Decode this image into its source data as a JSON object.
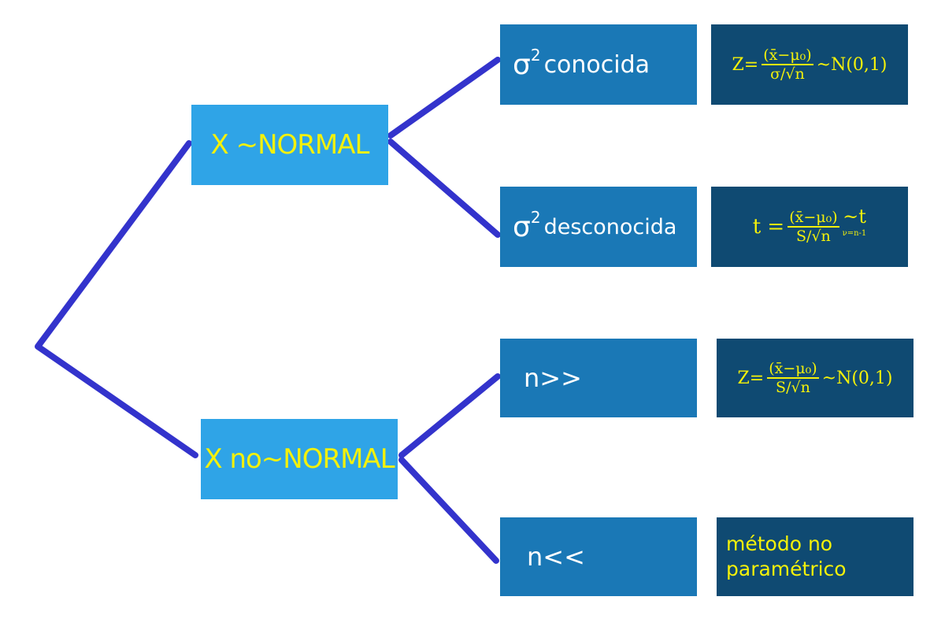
{
  "colors": {
    "line": "#3333cc",
    "node_light": "#2fa4e7",
    "node_mid": "#1a78b6",
    "node_dark": "#0f4a72",
    "highlight_text": "#f4f10a",
    "white_text": "#ffffff"
  },
  "normal_branch": {
    "label": "X ~NORMAL",
    "known": {
      "symbol": "σ",
      "exp": "2",
      "text": "conocida",
      "formula": {
        "lhs": "Z=",
        "num": "(x̄−μ₀)",
        "den": "σ/√n",
        "dist": "~N(0,1)"
      }
    },
    "unknown": {
      "symbol": "σ",
      "exp": "2",
      "text": "desconocida",
      "formula": {
        "lhs": "t =",
        "num": "(x̄−μ₀)",
        "den": "S/√n",
        "dist": "~t",
        "sub": "ν=n-1"
      }
    }
  },
  "non_normal_branch": {
    "label": "X no~NORMAL",
    "large": {
      "text": "n>>",
      "formula": {
        "lhs": "Z=",
        "num": "(x̄−μ₀)",
        "den": "S/√n",
        "dist": "~N(0,1)"
      }
    },
    "small": {
      "text": "n<<",
      "method_line1": "método no",
      "method_line2": "paramétrico"
    }
  }
}
